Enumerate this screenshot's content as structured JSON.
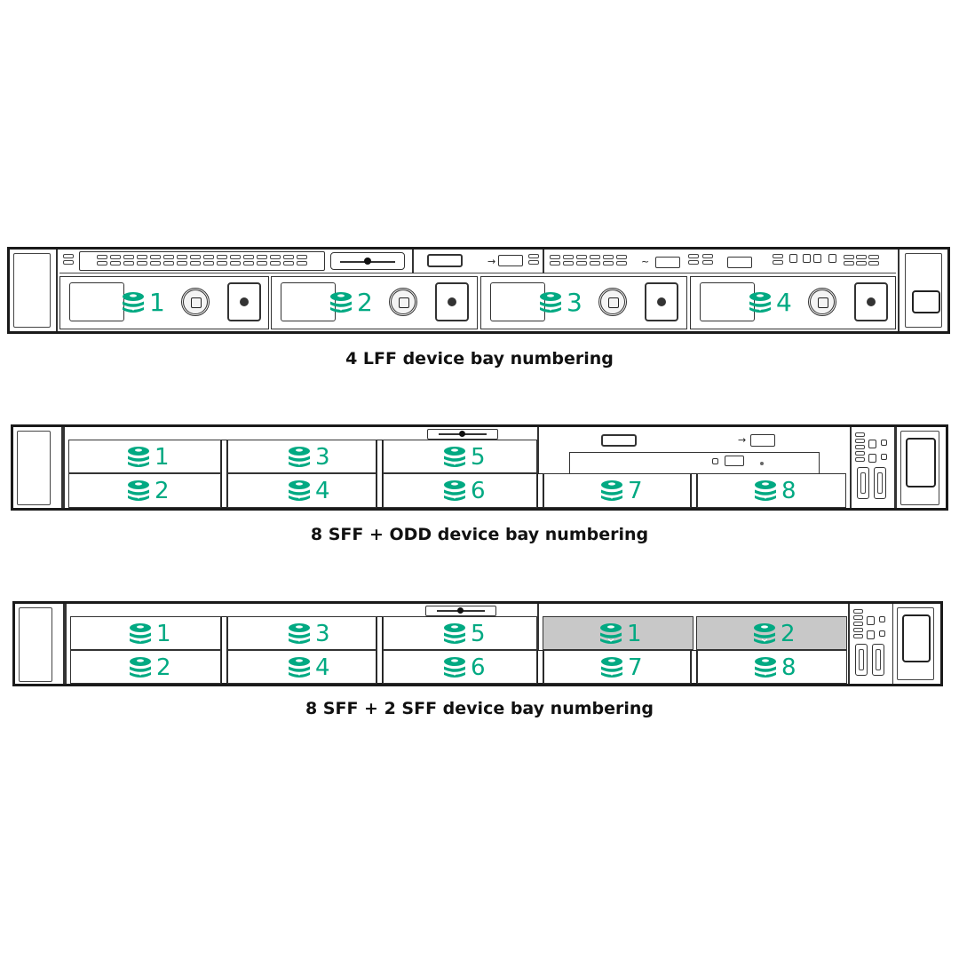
{
  "colors": {
    "drive_accent": "#01A982",
    "highlight_bay": "#C8C8C8",
    "outline": "#1A1A1A"
  },
  "icons": {
    "drive": "drive-stack-icon"
  },
  "diagrams": [
    {
      "id": "lff4",
      "caption": "4 LFF device bay numbering",
      "bays": [
        {
          "number": "1"
        },
        {
          "number": "2"
        },
        {
          "number": "3"
        },
        {
          "number": "4"
        }
      ]
    },
    {
      "id": "sff8_odd",
      "caption": "8 SFF + ODD device bay numbering",
      "bays": [
        {
          "number": "1"
        },
        {
          "number": "2"
        },
        {
          "number": "3"
        },
        {
          "number": "4"
        },
        {
          "number": "5"
        },
        {
          "number": "6"
        },
        {
          "number": "7"
        },
        {
          "number": "8"
        }
      ]
    },
    {
      "id": "sff8_2sff",
      "caption": "8 SFF + 2 SFF device bay numbering",
      "bays": [
        {
          "number": "1"
        },
        {
          "number": "2"
        },
        {
          "number": "3"
        },
        {
          "number": "4"
        },
        {
          "number": "5"
        },
        {
          "number": "6"
        },
        {
          "number": "7"
        },
        {
          "number": "8"
        }
      ],
      "extra_bays": [
        {
          "number": "1"
        },
        {
          "number": "2"
        }
      ]
    }
  ]
}
